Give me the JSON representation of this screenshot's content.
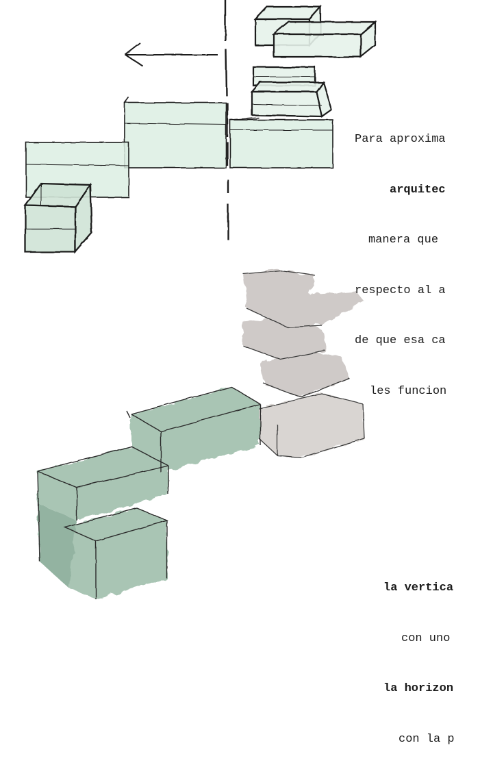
{
  "intro": {
    "line1": "Para aproxima",
    "line2": "arquitec",
    "line3": "manera que",
    "line4": "respecto al a",
    "line5": "de que esa ca",
    "line6": "les funcion"
  },
  "bottom": {
    "line1": "la vertica",
    "line2": "con uno",
    "line3": "la horizon",
    "line4": "con la p"
  },
  "colors": {
    "sage_green": "#a9c5b4",
    "pale_green": "#dcefe3",
    "warm_grey": "#cfcac8",
    "ink": "#1a1a1a"
  }
}
